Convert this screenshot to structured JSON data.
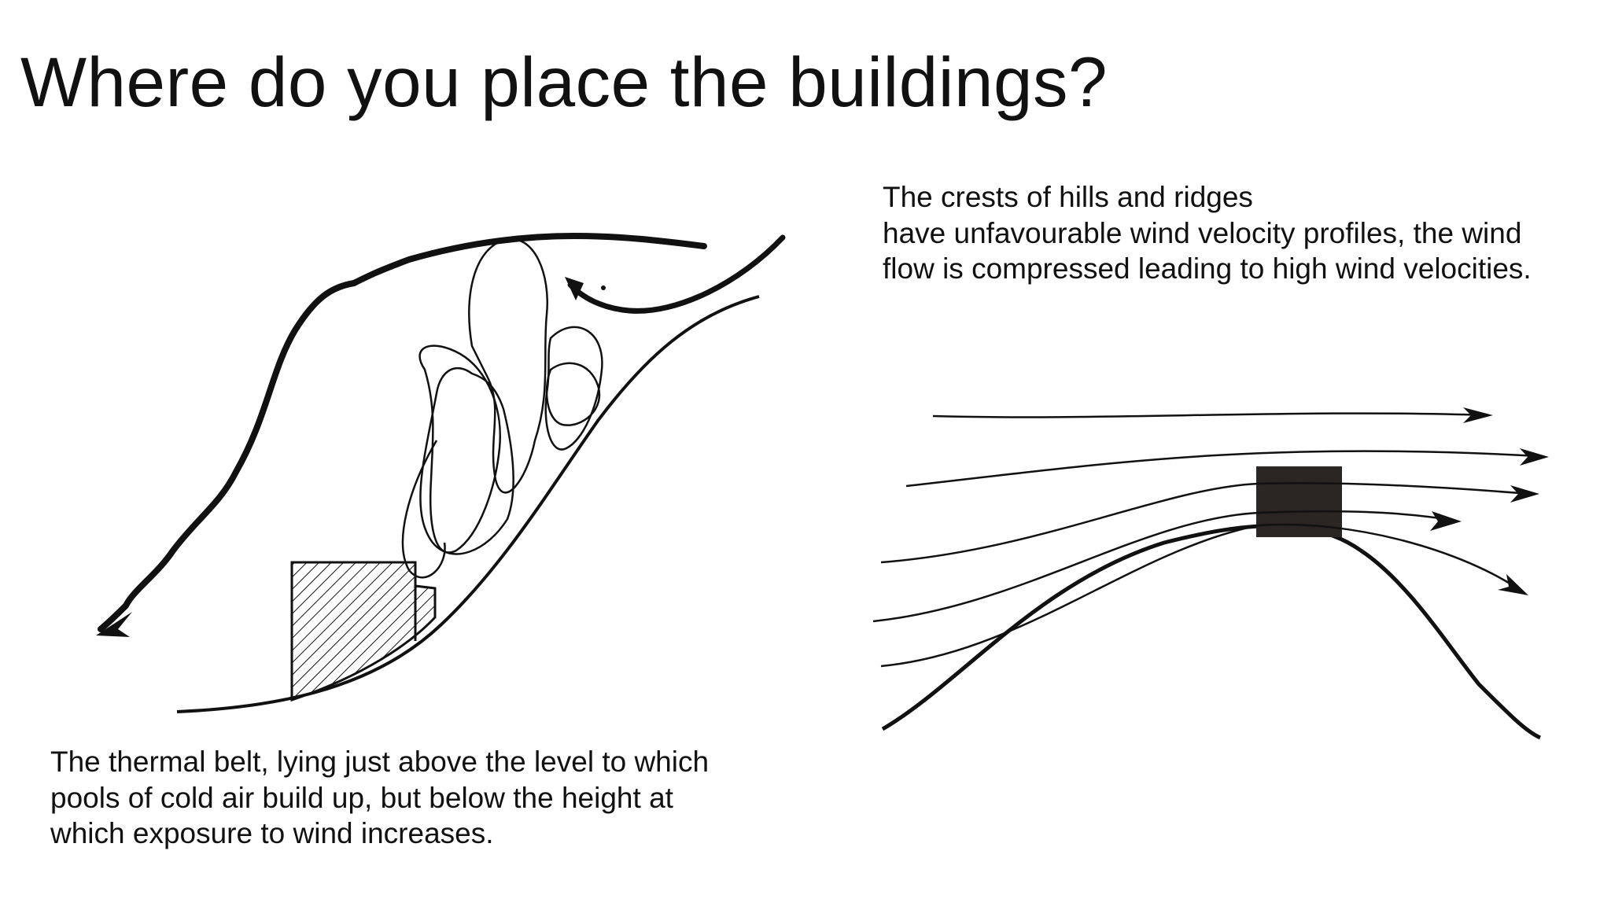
{
  "slide": {
    "title": "Where do you place the buildings?"
  },
  "right_caption": {
    "lines": [
      "The crests of hills and ridges",
      "have unfavourable wind velocity profiles, the wind",
      "flow is compressed leading to high wind velocities."
    ]
  },
  "left_caption": {
    "lines": [
      "The thermal belt, lying just above the level to which",
      "pools of cold air build up, but below the height at",
      "which exposure to wind increases."
    ]
  },
  "colors": {
    "ink": "#111111",
    "building_fill": "#2b2624",
    "background": "#ffffff"
  }
}
